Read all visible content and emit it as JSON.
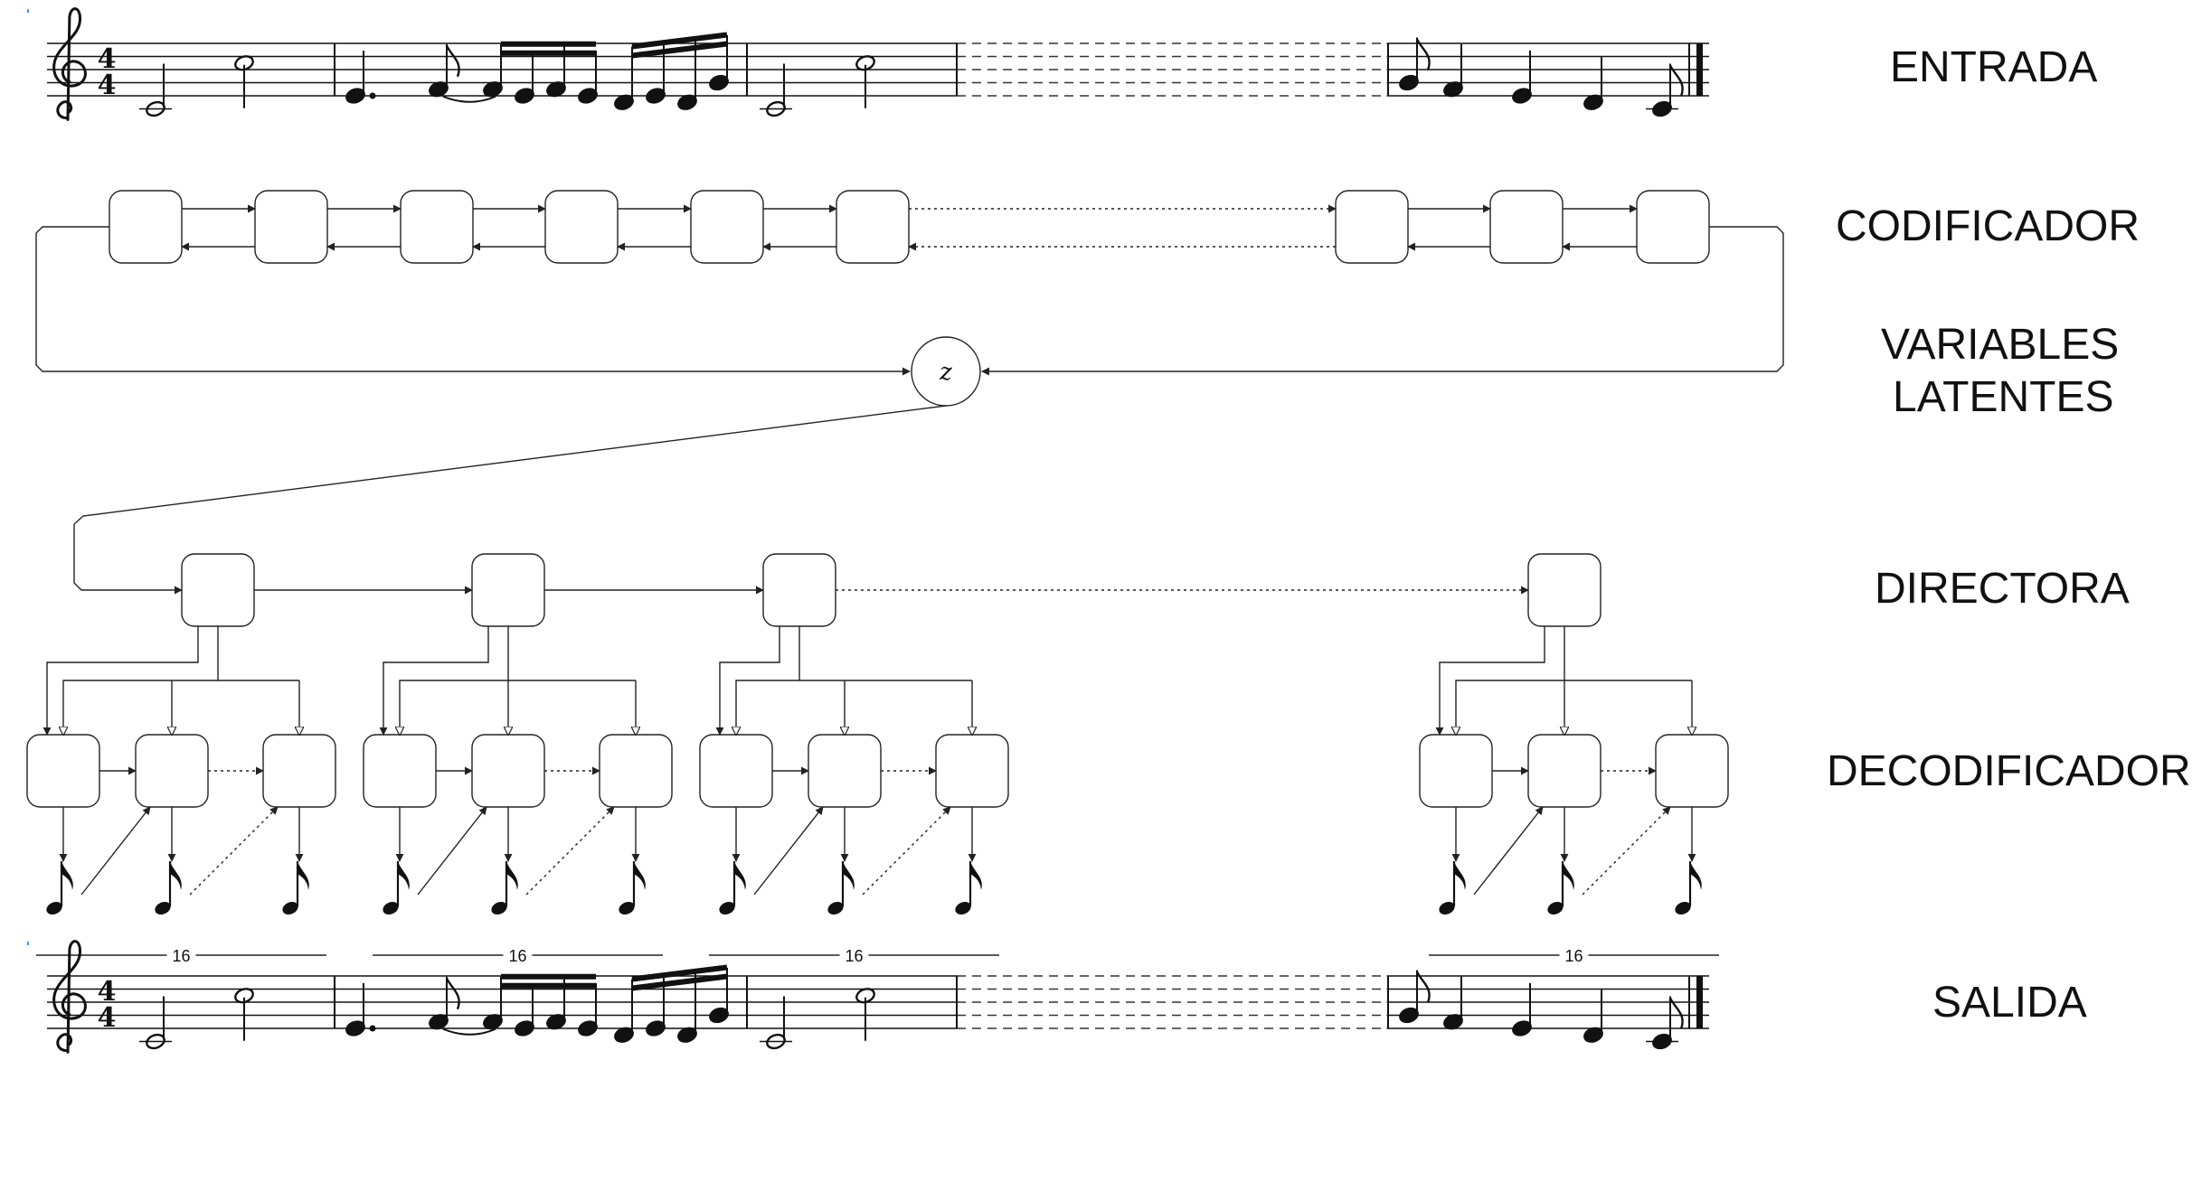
{
  "labels": {
    "input": "ENTRADA",
    "encoder": "CODIFICADOR",
    "latent_line1": "VARIABLES",
    "latent_line2": "LATENTES",
    "conductor": "DIRECTORA",
    "decoder": "DECODIFICADOR",
    "output": "SALIDA"
  },
  "latent_symbol": "z",
  "notes_per_group": "16",
  "time_signature": {
    "top": "4",
    "bottom": "4"
  },
  "colors": {
    "ink": "#222222",
    "background": "#ffffff"
  }
}
